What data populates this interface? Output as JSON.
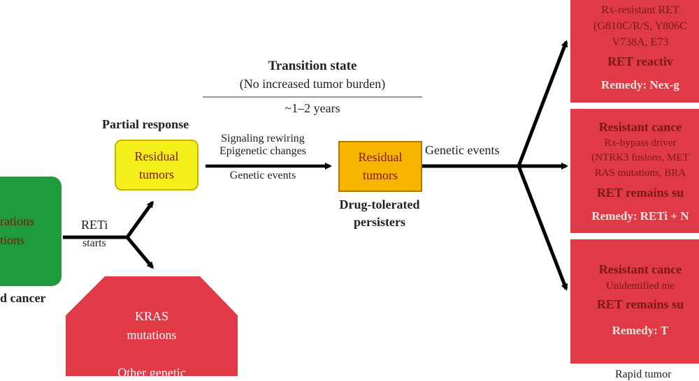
{
  "left_box": {
    "line1": "rations",
    "line2": "tions"
  },
  "left_caption": "d cancer",
  "partial_response": "Partial response",
  "residual_yellow": {
    "line1": "Residual",
    "line2": "tumors"
  },
  "reti": {
    "line1": "RETi",
    "line2": "starts"
  },
  "kras_box": {
    "line1": "KRAS",
    "line2": "mutations",
    "line3": "Other genetic"
  },
  "transition": {
    "title": "Transition state",
    "subtitle": "(No increased tumor burden)",
    "duration": "~1–2 years"
  },
  "arrow_mid": {
    "line1": "Signaling rewiring",
    "line2": "Epigenetic changes",
    "line3": "Genetic events"
  },
  "residual_orange": {
    "line1": "Residual",
    "line2": "tumors"
  },
  "persisters": {
    "line1": "Drug-tolerated",
    "line2": "persisters"
  },
  "genetic_events": "Genetic events",
  "panel1": {
    "line1": "Rx-resistant RET",
    "line2": "(G810C/R/S, Y806C",
    "line3": "V738A, E73",
    "line4": "RET reactiv",
    "line5": "Remedy: Nex-g"
  },
  "panel2": {
    "line1": "Resistant cance",
    "line2": "Rx-bypass driver",
    "line3": "(NTRK3 fusions, MET",
    "line4": "RAS mutations, BRA",
    "line5": "RET remains su",
    "line6": "Remedy: RETi + N"
  },
  "panel3": {
    "line1": "Resistant cance",
    "line2": "Unidentified me",
    "line3": "RET remains su",
    "line4": "Remedy: T"
  },
  "bottom_partial": "Rapid tumor"
}
